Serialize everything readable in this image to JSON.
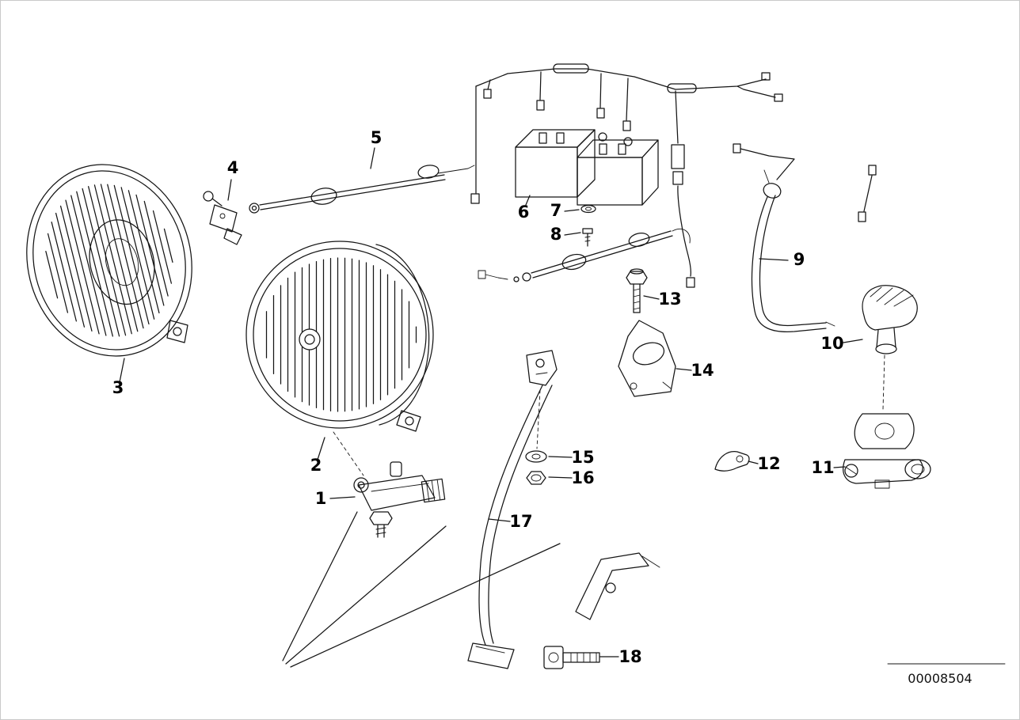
{
  "diagram": {
    "code": "00008504"
  },
  "parts": [
    {
      "label": "1"
    },
    {
      "label": "2"
    },
    {
      "label": "3"
    },
    {
      "label": "4"
    },
    {
      "label": "5"
    },
    {
      "label": "6"
    },
    {
      "label": "7"
    },
    {
      "label": "8"
    },
    {
      "label": "9"
    },
    {
      "label": "10"
    },
    {
      "label": "11"
    },
    {
      "label": "12"
    },
    {
      "label": "13"
    },
    {
      "label": "14"
    },
    {
      "label": "15"
    },
    {
      "label": "16"
    },
    {
      "label": "17"
    },
    {
      "label": "18"
    }
  ]
}
